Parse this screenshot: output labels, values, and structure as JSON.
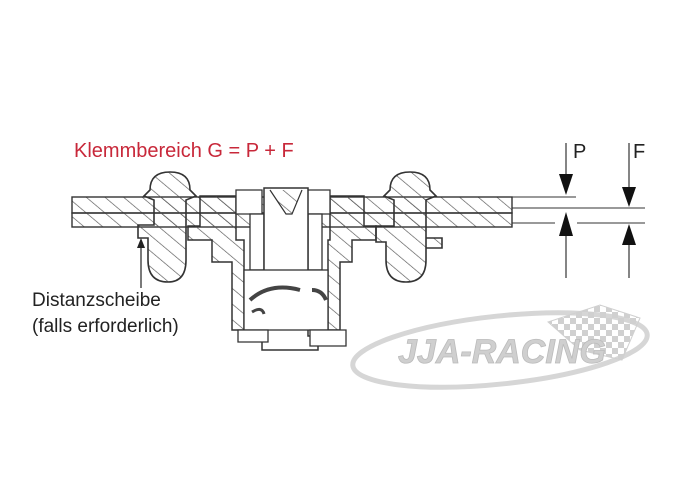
{
  "diagram": {
    "title": "Klemmbereich G = P + F",
    "title_color": "#c8283a",
    "annotation": {
      "line1": "Distanzscheibe",
      "line2": "(falls erforderlich)"
    },
    "dimension_labels": {
      "p": "P",
      "f": "F"
    },
    "watermark": {
      "text": "JJA-RACING",
      "color": "#cfcfcf"
    },
    "line_color": "#333333"
  }
}
